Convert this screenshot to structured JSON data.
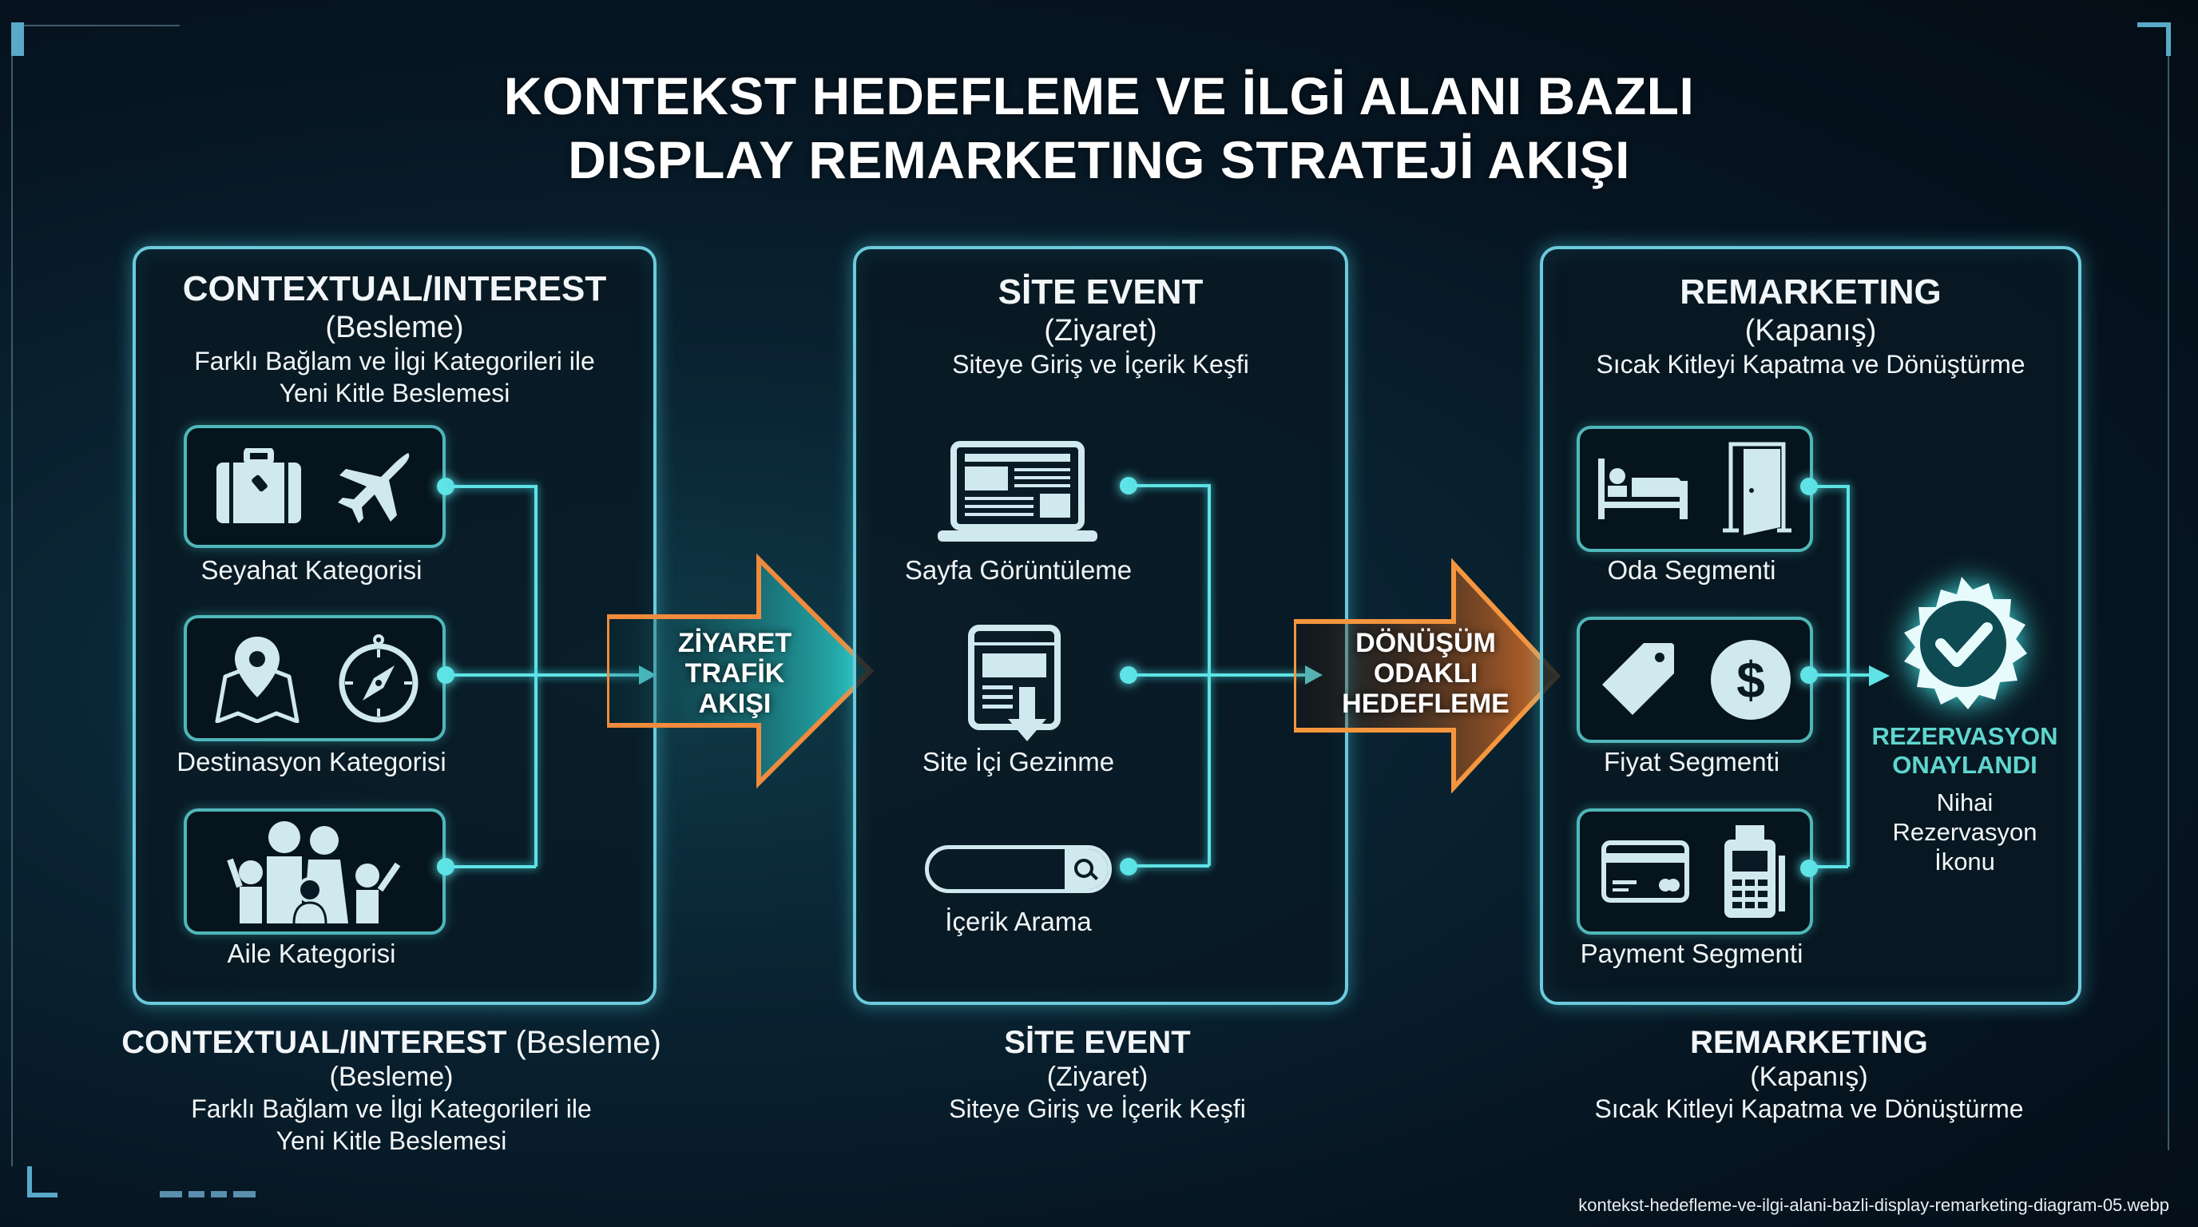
{
  "title": {
    "line1": "KONTEKST HEDEFLEME VE İLGİ ALANI BAZLI",
    "line2": "DISPLAY REMARKETING STRATEJİ AKIŞI"
  },
  "stages": [
    {
      "title": "CONTEXTUAL/INTEREST",
      "subtitle": "(Besleme)",
      "desc_line1": "Farklı Bağlam ve İlgi Kategorileri ile",
      "desc_line2": "Yeni Kitle Beslemesi",
      "items": [
        {
          "label": "Seyahat Kategorisi",
          "icons": [
            "suitcase-icon",
            "airplane-icon"
          ]
        },
        {
          "label": "Destinasyon Kategorisi",
          "icons": [
            "map-pin-icon",
            "compass-icon"
          ]
        },
        {
          "label": "Aile Kategorisi",
          "icons": [
            "family-icon"
          ]
        }
      ]
    },
    {
      "title": "SİTE EVENT",
      "subtitle": "(Ziyaret)",
      "desc_line1": "Siteye Giriş ve İçerik Keşfi",
      "items": [
        {
          "label": "Sayfa Görüntüleme",
          "icons": [
            "laptop-icon"
          ]
        },
        {
          "label": "Site İçi Gezinme",
          "icons": [
            "browser-scroll-icon"
          ]
        },
        {
          "label": "İçerik Arama",
          "icons": [
            "search-bar-icon"
          ]
        }
      ]
    },
    {
      "title": "REMARKETING",
      "subtitle": "(Kapanış)",
      "desc_line1": "Sıcak Kitleyi Kapatma ve Dönüştürme",
      "items": [
        {
          "label": "Oda Segmenti",
          "icons": [
            "bed-icon",
            "door-icon"
          ]
        },
        {
          "label": "Fiyat Segmenti",
          "icons": [
            "price-tag-icon",
            "dollar-coin-icon"
          ]
        },
        {
          "label": "Payment Segmenti",
          "icons": [
            "credit-card-icon",
            "pos-terminal-icon"
          ]
        }
      ]
    }
  ],
  "arrows": [
    {
      "line1": "ZİYARET",
      "line2": "TRAFİK",
      "line3": "AKIŞI"
    },
    {
      "line1": "DÖNÜŞÜM",
      "line2": "ODAKLI",
      "line3": "HEDEFLEME"
    }
  ],
  "result": {
    "title_line1": "REZERVASYON",
    "title_line2": "ONAYLANDI",
    "desc_line1": "Nihai",
    "desc_line2": "Rezervasyon",
    "desc_line3": "İkonu"
  },
  "captions": [
    {
      "title": "CONTEXTUAL/INTEREST",
      "title_suffix": "(Besleme)",
      "subtitle": "(Besleme)",
      "desc_line1": "Farklı Bağlam ve İlgi Kategorileri ile",
      "desc_line2": "Yeni Kitle Beslemesi"
    },
    {
      "title": "SİTE EVENT",
      "subtitle": "(Ziyaret)",
      "desc_line1": "Siteye Giriş ve İçerik Keşfi"
    },
    {
      "title": "REMARKETING",
      "subtitle": "(Kapanış)",
      "desc_line1": "Sıcak Kitleyi Kapatma ve Dönüştürme"
    }
  ],
  "footer": {
    "filename": "kontekst-hedefleme-ve-ilgi-alani-bazli-display-remarketing-diagram-05.webp"
  },
  "colors": {
    "accent_cyan": "#5fe3e6",
    "accent_orange": "#f08a3c",
    "panel_border": "#6ccbdc",
    "result_text": "#5fd6cf"
  }
}
